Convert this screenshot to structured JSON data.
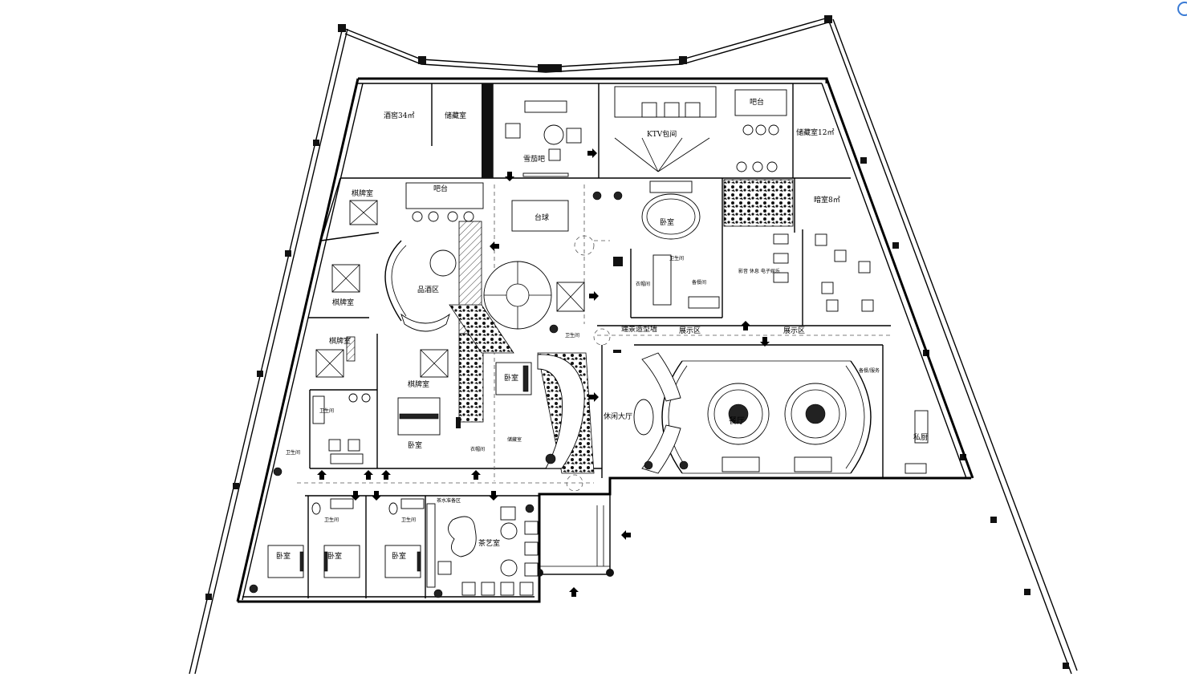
{
  "rooms": {
    "wine_cellar": "酒窖34㎡",
    "storage_left": "储藏室",
    "cigar_bar": "雪茄吧",
    "ktv": "KTV包间",
    "bar_ktv": "吧台",
    "storage_right": "储藏室12㎡",
    "bar_left": "吧台",
    "chess_1": "棋牌室",
    "chess_2": "棋牌室",
    "chess_3": "棋牌室",
    "chess_4": "棋牌室",
    "wine_tasting": "品酒区",
    "billiards": "台球",
    "bedroom_ktv": "卧室",
    "darkroom": "暗室8㎡",
    "scenery_wall": "端景造型墙",
    "display_1": "展示区",
    "display_2": "展示区",
    "bedroom_mid": "卧室",
    "bedroom_left": "卧室",
    "lounge": "休闲大厅",
    "dining": "餐厅",
    "private_kitchen": "私厨",
    "tea_room": "茶艺室",
    "bedroom_b1": "卧室",
    "bedroom_b2": "卧室",
    "bedroom_b3": "卧室"
  },
  "tiny_labels": {
    "bath_1": "卫生间",
    "bath_2": "卫生间",
    "bath_3": "卫生间",
    "bath_4": "卫生间",
    "bath_5": "卫生间",
    "bath_6": "卫生间",
    "cloak_1": "衣帽间",
    "cloak_2": "衣帽间",
    "storage_s": "储藏室",
    "equip": "备餐间",
    "cinema": "影音 休息 电子娱乐",
    "tea_prep": "茶水准备区",
    "dining_prep": "备餐/服务"
  },
  "colors": {
    "line": "#000000",
    "accent": "#3a7bd5"
  },
  "icons": [
    "arrow-up-icon",
    "arrow-down-icon",
    "arrow-left-icon",
    "arrow-right-icon"
  ]
}
